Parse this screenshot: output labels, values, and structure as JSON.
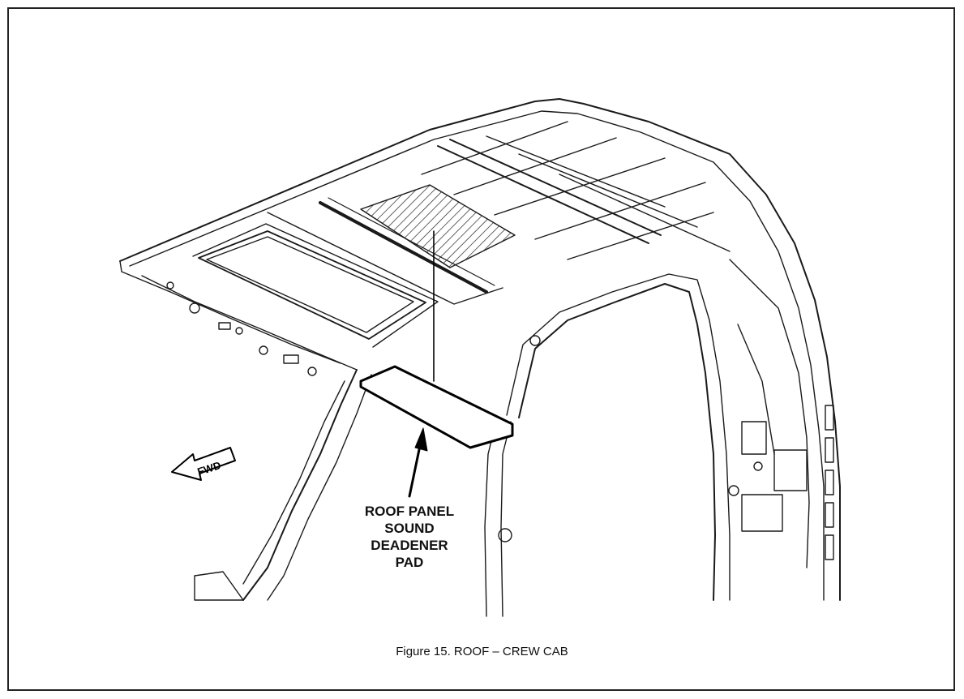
{
  "figure": {
    "caption": "Figure 15.  ROOF – CREW CAB",
    "callout_lines": [
      "ROOF PANEL",
      "SOUND",
      "DEADENER",
      "PAD"
    ],
    "fwd_label": "FWD"
  }
}
